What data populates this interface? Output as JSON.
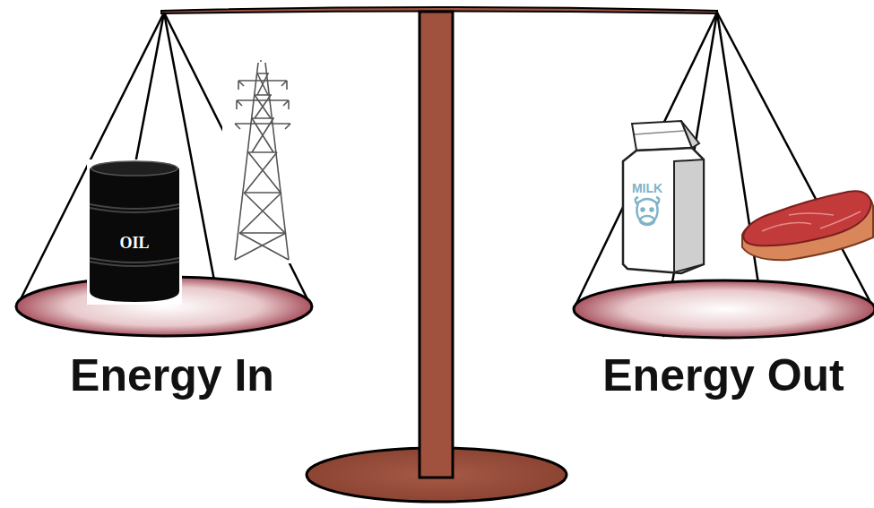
{
  "diagram": {
    "labels": [
      "OIL",
      "MILK",
      "Energy In",
      "Energy Out"
    ]
  }
}
